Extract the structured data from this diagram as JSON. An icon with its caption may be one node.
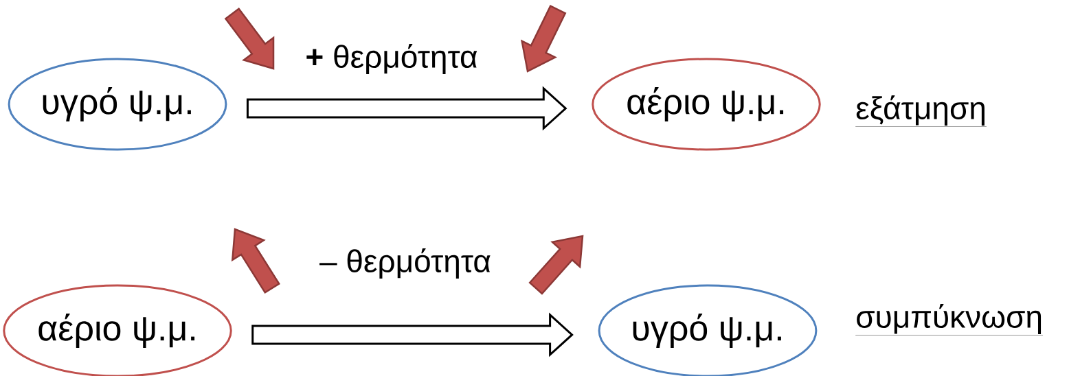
{
  "diagram": {
    "nodes": [
      {
        "text": [
          "υγρό ψ.μ."
        ]
      },
      {
        "text": [
          "αέριο ψ.μ."
        ]
      },
      {
        "text": [
          "αέριο ψ.μ."
        ]
      },
      {
        "text": [
          "υγρό ψ.μ."
        ]
      }
    ],
    "edges": [
      {
        "from": 0,
        "to": 1,
        "arrow": "to",
        "label": "**+** θερμότητα"
      },
      {
        "from": 2,
        "to": 3,
        "arrow": "to",
        "label": "–  θερμότητα"
      }
    ],
    "labels": [
      "εξάτμηση",
      "συμπύκνωση"
    ]
  }
}
